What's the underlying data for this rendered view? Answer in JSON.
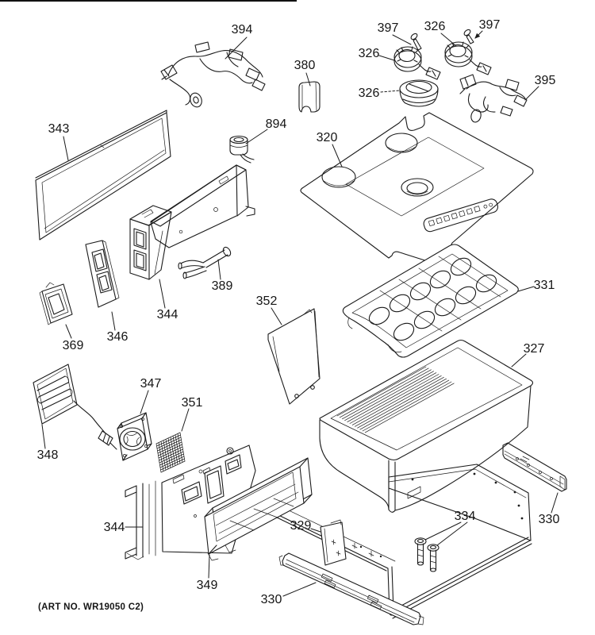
{
  "figure": {
    "art_no": "(ART NO. WR19050 C2)",
    "ink_color": "#1b1b1b",
    "paper_color": "#ffffff",
    "callouts": [
      {
        "text": "394"
      },
      {
        "text": "397"
      },
      {
        "text": "326"
      },
      {
        "text": "397"
      },
      {
        "text": "326"
      },
      {
        "text": "395"
      },
      {
        "text": "326"
      },
      {
        "text": "380"
      },
      {
        "text": "343"
      },
      {
        "text": "894"
      },
      {
        "text": "320"
      },
      {
        "text": "331"
      },
      {
        "text": "327"
      },
      {
        "text": "369"
      },
      {
        "text": "346"
      },
      {
        "text": "344"
      },
      {
        "text": "389"
      },
      {
        "text": "352"
      },
      {
        "text": "348"
      },
      {
        "text": "347"
      },
      {
        "text": "351"
      },
      {
        "text": "344"
      },
      {
        "text": "349"
      },
      {
        "text": "329"
      },
      {
        "text": "334"
      },
      {
        "text": "330"
      },
      {
        "text": "330"
      }
    ]
  }
}
